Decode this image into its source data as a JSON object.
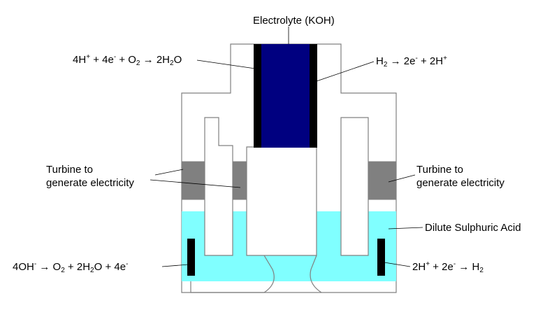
{
  "labels": {
    "electrolyte": "Electrolyte (KOH)",
    "top_left_a": "4H",
    "top_left_a_sup": "+",
    "top_left_b": " + 4e",
    "top_left_b_sup": "-",
    "top_left_c": " + O",
    "top_left_c_sub": "2",
    "top_left_d": " → 2H",
    "top_left_d_sub": "2",
    "top_left_e": "O",
    "top_right_a": "H",
    "top_right_a_sub": "2",
    "top_right_b": " → 2e",
    "top_right_b_sup": "-",
    "top_right_c": " + 2H",
    "top_right_c_sup": "+",
    "turbine_left_1": "Turbine to",
    "turbine_left_2": "generate electricity",
    "turbine_right_1": "Turbine to",
    "turbine_right_2": "generate electricity",
    "acid": "Dilute Sulphuric Acid",
    "bottom_left_a": "4OH",
    "bottom_left_a_sup": "-",
    "bottom_left_b": " → O",
    "bottom_left_b_sub": "2",
    "bottom_left_c": " + 2H",
    "bottom_left_c_sub": "2",
    "bottom_left_d": "O +  4e",
    "bottom_left_d_sup": "-",
    "bottom_right_a": "2H",
    "bottom_right_a_sup": "+",
    "bottom_right_b": " + 2e",
    "bottom_right_b_sup": "-",
    "bottom_right_c": " → H",
    "bottom_right_c_sub": "2"
  },
  "colors": {
    "electrolyte": "#000080",
    "electrode": "#000000",
    "turbine": "#808080",
    "acid": "#80FFFF",
    "outline": "#808080"
  }
}
